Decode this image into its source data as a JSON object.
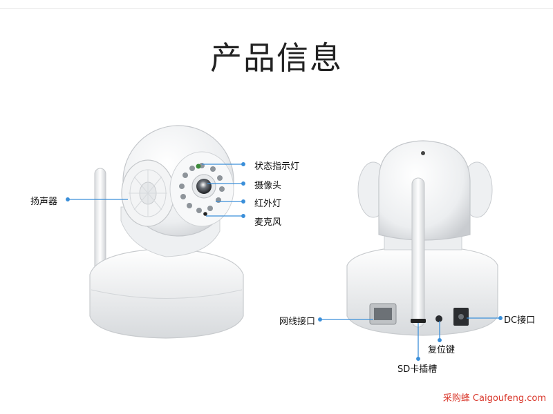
{
  "title": "产品信息",
  "labels": {
    "status_light": "状态指示灯",
    "camera": "摄像头",
    "infrared_light": "红外灯",
    "microphone": "麦克风",
    "speaker": "扬声器",
    "network_port": "网线接口",
    "reset_button": "复位键",
    "sd_slot": "SD卡插槽",
    "dc_port": "DC接口"
  },
  "watermark": {
    "cn": "采购蜂",
    "en": "Caigoufeng.com"
  },
  "colors": {
    "callout_line": "#3b8fd9",
    "watermark": "#d9372b",
    "title": "#222222"
  }
}
